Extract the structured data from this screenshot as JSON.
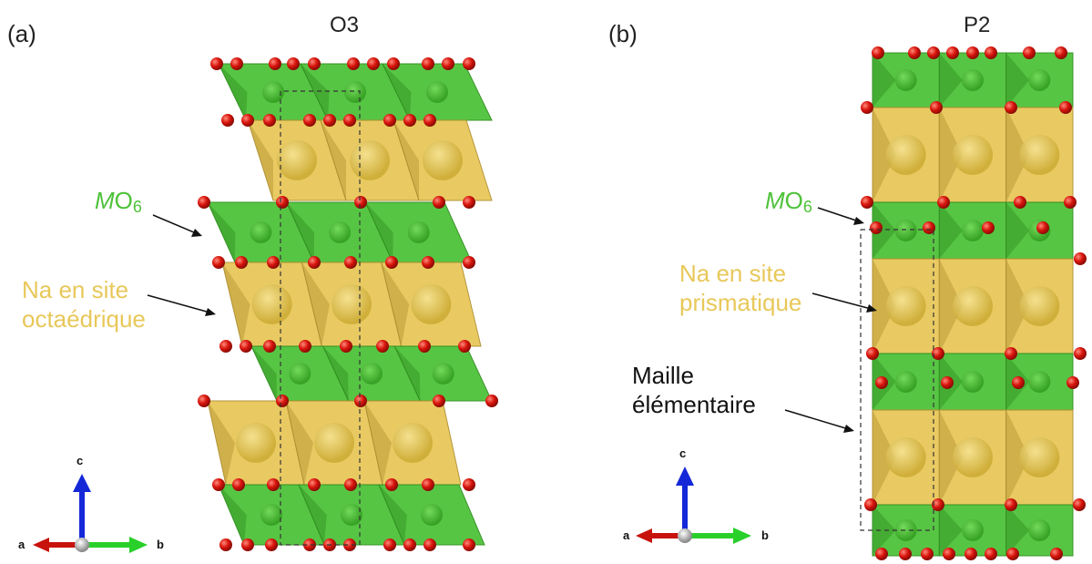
{
  "panel_a": {
    "label": "(a)",
    "title": "O3",
    "mo6_prefix": "M",
    "mo6_main": "O",
    "mo6_sub": "6",
    "na_line1": "Na en site",
    "na_line2": "octaédrique",
    "axes": {
      "a": "a",
      "b": "b",
      "c": "c"
    }
  },
  "panel_b": {
    "label": "(b)",
    "title": "P2",
    "mo6_prefix": "M",
    "mo6_main": "O",
    "mo6_sub": "6",
    "na_line1": "Na en site",
    "na_line2": "prismatique",
    "cell_line1": "Maille",
    "cell_line2": "élémentaire",
    "axes": {
      "a": "a",
      "b": "b",
      "c": "c"
    }
  },
  "colors": {
    "mo6_green": "#4fc23a",
    "na_yellow": "#e8c85a",
    "oxygen_red": "#d8140c",
    "axis_a": "#c8120c",
    "axis_b": "#2ad02a",
    "axis_c": "#1428d8"
  }
}
